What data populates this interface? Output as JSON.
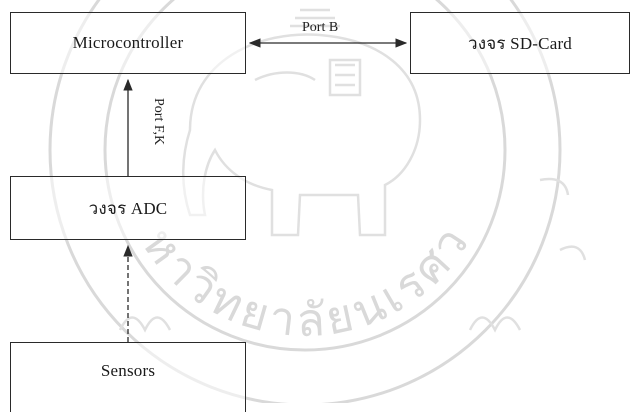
{
  "blocks": {
    "microcontroller": "Microcontroller",
    "sd_card": "วงจร SD-Card",
    "adc": "วงจร ADC",
    "sensors": "Sensors"
  },
  "connections": {
    "port_b": "Port B",
    "port_fk": "Port F,K"
  },
  "watermark_text": "มหาวิทยาลัยนเรศวร",
  "colors": {
    "line": "#2a2a2a",
    "watermark": "#d6d6d6",
    "background": "#ffffff"
  }
}
